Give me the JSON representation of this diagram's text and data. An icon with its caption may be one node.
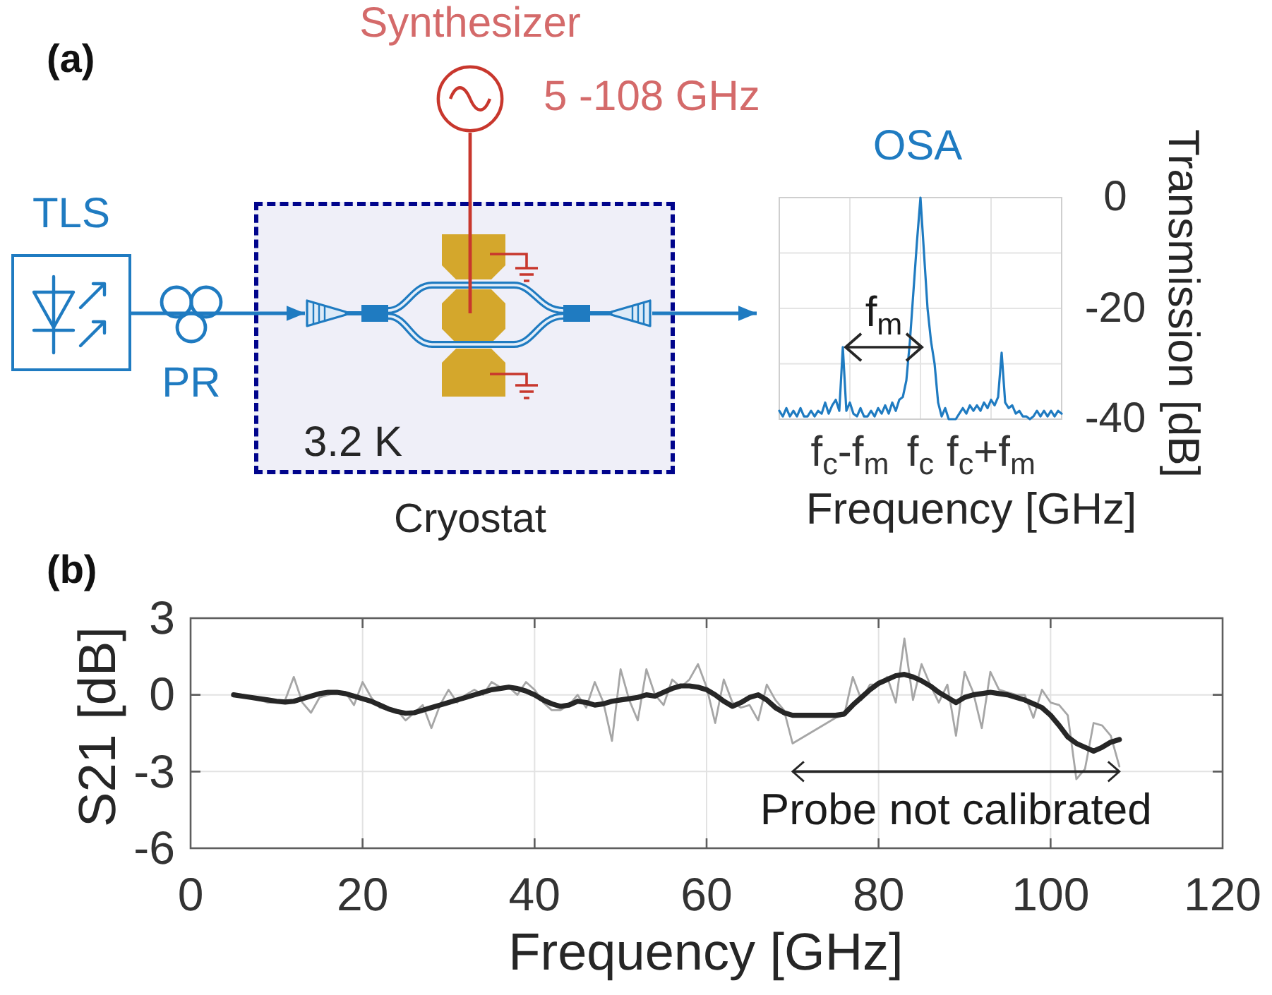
{
  "diagram": {
    "nodes": [
      {
        "text": [
          "Synthesizer"
        ],
        "beside": [
          "5 -108 GHz"
        ]
      },
      {
        "text": [
          "TLS"
        ]
      },
      {
        "text": [
          "PR"
        ]
      },
      {
        "text": [
          "3.2 K"
        ],
        "beside": [
          "Cryostat"
        ]
      },
      {
        "text": [],
        "shape": "picture",
        "in": 3
      },
      {
        "text": [
          "OSA"
        ]
      }
    ],
    "edges": [
      {
        "from": 1,
        "to": 2,
        "arrow": "none"
      },
      {
        "from": 2,
        "to": 4,
        "arrow": "to"
      },
      {
        "from": 4,
        "to": 5,
        "arrow": "to"
      },
      {
        "from": 0,
        "to": 4,
        "arrow": "none",
        "color": "#c8372d"
      }
    ],
    "labels": [
      "(a)",
      "(b)"
    ],
    "chart_data": [
      {
        "type": "line",
        "xlabel": "Frequency [GHz]",
        "ylabel": "Transmission [dB]",
        "grid": true,
        "categories": [
          null,
          null,
          null,
          null,
          null,
          null,
          null,
          null,
          null,
          null,
          null,
          null,
          null,
          null,
          null,
          null,
          null,
          null,
          null,
          null,
          "f$_{c}$-f$_{m}$",
          null,
          null,
          null,
          null,
          null,
          null,
          null,
          null,
          null,
          null,
          null,
          null,
          null,
          null,
          null,
          null,
          null,
          null,
          null,
          "f$_{c}$",
          null,
          null,
          null,
          null,
          null,
          null,
          null,
          null,
          null,
          null,
          null,
          null,
          null,
          null,
          null,
          null,
          null,
          null,
          null,
          "f$_{c}$+f$_{m}$",
          null,
          null,
          null,
          null,
          null,
          null,
          null,
          null,
          null,
          null,
          null,
          null,
          null,
          null,
          null,
          null,
          null,
          null,
          null,
          null
        ],
        "series": [
          {
            "color": "#1f7bc1",
            "values": [
              -38.5,
              -39.5,
              -38,
              -39.5,
              -38.5,
              -39.5,
              -38,
              -39.5,
              -39.5,
              -38.5,
              -39.5,
              -38.5,
              -39,
              -37,
              -39,
              -37.5,
              -36.5,
              -38.5,
              -27,
              -38.5,
              -37,
              -39,
              -39.5,
              -38,
              -39.5,
              -39.5,
              -38.5,
              -39.5,
              -38,
              -39,
              -37.5,
              -39,
              -37,
              -38.5,
              -36.5,
              -36,
              -33,
              -26,
              -17,
              -8,
              0,
              -10,
              -20,
              -26,
              -30,
              -37,
              -39.5,
              -38,
              -40,
              -40,
              -40,
              -39,
              -38,
              -39,
              -37.5,
              -38.5,
              -37.5,
              -38.5,
              -37,
              -38,
              -36.5,
              -37.5,
              -36,
              -28,
              -37,
              -38,
              -37.5,
              -39,
              -38.5,
              -39.5,
              -39.5,
              -40,
              -39.5,
              -38.5,
              -39.5,
              -38.5,
              -39.5,
              -38.5,
              -39.5,
              -38.5,
              -39
            ]
          }
        ],
        "ylim": [
          -40,
          0
        ],
        "yticks": [
          0,
          -20,
          -40
        ],
        "annotations": [
          "f$_{m}$"
        ]
      },
      {
        "type": "line",
        "xlabel": "Frequency [GHz]",
        "ylabel": "S21 [dB]",
        "grid": true,
        "x": [
          5,
          6,
          7,
          8,
          9,
          10,
          11,
          12,
          13,
          14,
          15,
          16,
          17,
          18,
          19,
          20,
          21,
          22,
          23,
          24,
          25,
          26,
          27,
          28,
          29,
          30,
          31,
          32,
          33,
          34,
          35,
          36,
          37,
          38,
          39,
          40,
          41,
          42,
          43,
          44,
          45,
          46,
          47,
          48,
          49,
          50,
          51,
          52,
          53,
          54,
          55,
          56,
          57,
          58,
          59,
          60,
          61,
          62,
          63,
          64,
          65,
          66,
          67,
          68,
          69,
          70,
          71,
          72,
          73,
          74,
          75,
          76,
          77,
          78,
          79,
          80,
          81,
          82,
          83,
          84,
          85,
          86,
          87,
          88,
          89,
          90,
          91,
          92,
          93,
          94,
          95,
          96,
          97,
          98,
          99,
          100,
          101,
          102,
          103,
          104,
          105,
          106,
          107,
          108
        ],
        "series": [
          {
            "color": "#a6a6a6",
            "values": [
              0.05,
              0,
              -0.1,
              -0.2,
              -0.3,
              -0.3,
              -0.2,
              0.7,
              -0.3,
              -0.7,
              -0.1,
              0,
              0.1,
              0.1,
              -0.4,
              0.5,
              -0.1,
              -0.5,
              -0.6,
              -0.6,
              -1,
              -0.7,
              -0.4,
              -1.3,
              -0.4,
              0.2,
              -0.3,
              0,
              0.2,
              0,
              0.5,
              0.3,
              0.3,
              0,
              0.5,
              0.2,
              -0.3,
              -0.6,
              -0.6,
              -0.4,
              0,
              -0.5,
              0.5,
              -0.3,
              -1.8,
              1,
              -0.2,
              -1,
              1,
              0,
              -0.4,
              0.6,
              0.3,
              0.6,
              1.2,
              0.3,
              -1.1,
              0.6,
              -0.3,
              -0.5,
              -0.4,
              -1,
              0.4,
              -0.2,
              -0.6,
              -1.9,
              -1.7,
              -1.5,
              -1.3,
              -1.1,
              -0.9,
              -0.8,
              0.7,
              -0.2,
              0.4,
              0.4,
              0.7,
              -0.3,
              2.2,
              -0.2,
              1.2,
              0.4,
              -0.3,
              0.4,
              -1.6,
              0.9,
              0.1,
              -1.3,
              0.9,
              0.2,
              0.1,
              0,
              0,
              -0.9,
              0.2,
              -0.3,
              -0.4,
              -0.8,
              -3.3,
              -2.9,
              -1.1,
              -1.2,
              -1.6,
              -2.8
            ]
          },
          {
            "color": "#262626",
            "values": [
              0,
              -0.05,
              -0.1,
              -0.15,
              -0.2,
              -0.25,
              -0.28,
              -0.25,
              -0.15,
              -0.05,
              0.05,
              0.1,
              0.1,
              0.05,
              -0.05,
              -0.15,
              -0.25,
              -0.4,
              -0.55,
              -0.65,
              -0.72,
              -0.7,
              -0.6,
              -0.5,
              -0.4,
              -0.3,
              -0.2,
              -0.1,
              0,
              0.1,
              0.2,
              0.25,
              0.3,
              0.25,
              0.15,
              0,
              -0.2,
              -0.35,
              -0.45,
              -0.4,
              -0.25,
              -0.3,
              -0.4,
              -0.35,
              -0.25,
              -0.2,
              -0.15,
              -0.1,
              0,
              -0.05,
              0.1,
              0.25,
              0.35,
              0.35,
              0.3,
              0.2,
              0,
              -0.25,
              -0.45,
              -0.3,
              -0.1,
              0,
              -0.2,
              -0.5,
              -0.7,
              -0.8,
              -0.8,
              -0.8,
              -0.8,
              -0.8,
              -0.8,
              -0.75,
              -0.4,
              -0.1,
              0.2,
              0.45,
              0.6,
              0.75,
              0.8,
              0.7,
              0.55,
              0.35,
              0.1,
              -0.1,
              -0.3,
              -0.1,
              0,
              0.05,
              0.1,
              0.05,
              0,
              -0.1,
              -0.2,
              -0.35,
              -0.5,
              -0.8,
              -1.2,
              -1.65,
              -1.9,
              -2.05,
              -2.2,
              -2.05,
              -1.85,
              -1.75
            ]
          }
        ],
        "xlim": [
          0,
          120
        ],
        "ylim": [
          -6,
          3
        ],
        "xticks": [
          0,
          20,
          40,
          60,
          80,
          100,
          120
        ],
        "yticks": [
          3,
          0,
          -3,
          -6
        ],
        "annotations": [
          "Probe not calibrated"
        ]
      }
    ]
  }
}
